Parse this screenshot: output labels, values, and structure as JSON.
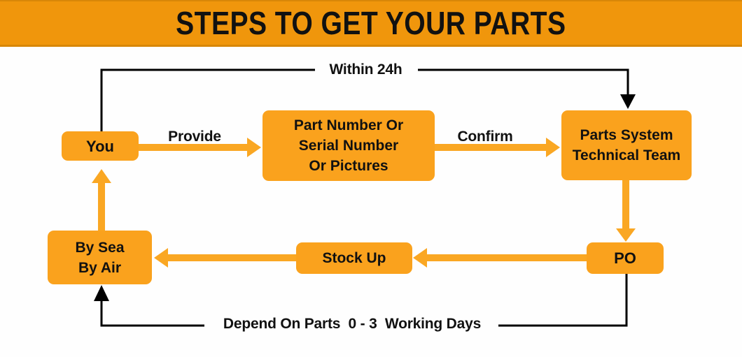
{
  "banner": {
    "title": "STEPS TO GET YOUR PARTS"
  },
  "nodes": {
    "you": "You",
    "part_number": [
      "Part Number Or",
      "Serial Number",
      "Or Pictures"
    ],
    "parts_system": [
      "Parts System",
      "Technical Team"
    ],
    "po": "PO",
    "stock_up": "Stock Up",
    "by_sea_air": [
      "By Sea",
      "By Air"
    ]
  },
  "labels": {
    "within_24h": "Within 24h",
    "provide": "Provide",
    "confirm": "Confirm",
    "depend": "Depend On Parts  0 - 3  Working Days"
  },
  "colors": {
    "banner_bg": "#F0960C",
    "banner_edge": "#D88708",
    "node_bg": "#FAA21D",
    "arrow": "#FAA723",
    "connector": "#000000",
    "text": "#111111",
    "page_bg": "#FEFEFE"
  }
}
